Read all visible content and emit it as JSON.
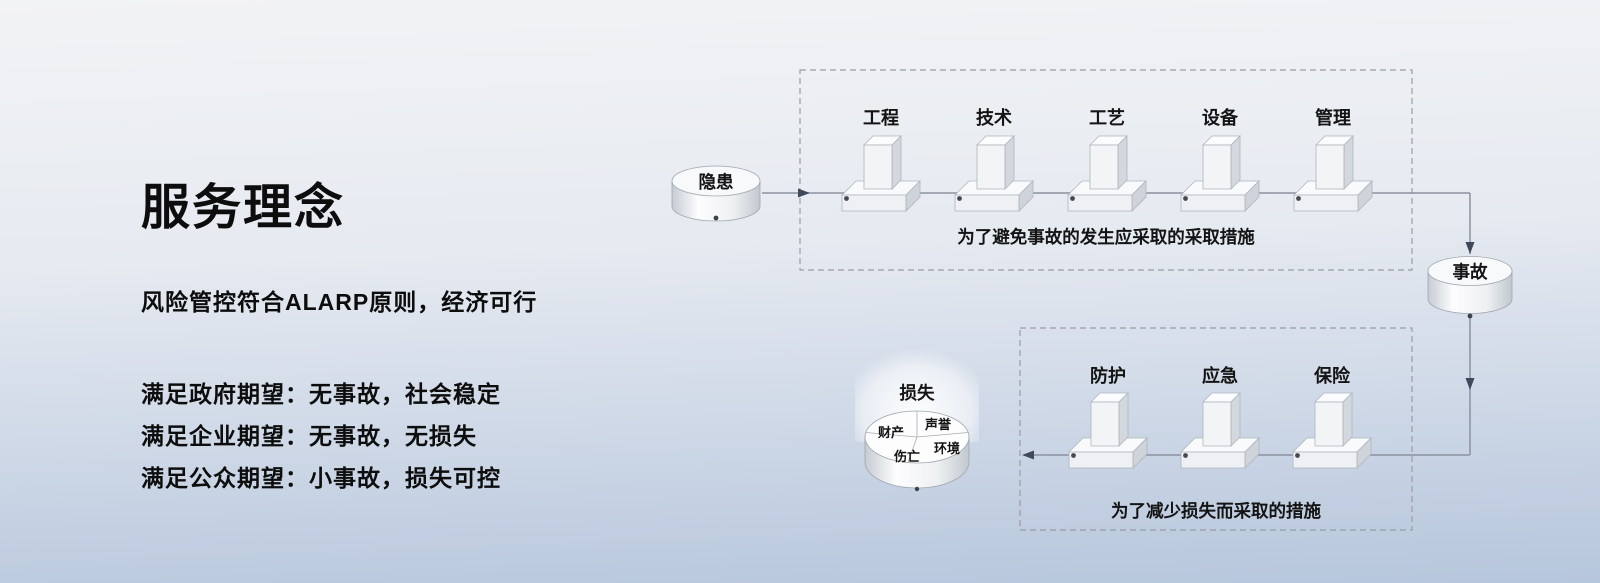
{
  "left_panel": {
    "title": "服务理念",
    "subtitle": "风险管控符合ALARP原则，经济可行",
    "expectations": [
      "满足政府期望：无事故，社会稳定",
      "满足企业期望：无事故，无损失",
      "满足公众期望：小事故，损失可控"
    ]
  },
  "diagram": {
    "hazard_label": "隐患",
    "accident_label": "事故",
    "loss": {
      "label": "损失",
      "segments": [
        "财产",
        "声誉",
        "伤亡",
        "环境"
      ]
    },
    "prevention": {
      "barriers": [
        "工程",
        "技术",
        "工艺",
        "设备",
        "管理"
      ],
      "caption": "为了避免事故的发生应采取的采取措施"
    },
    "mitigation": {
      "barriers": [
        "防护",
        "应急",
        "保险"
      ],
      "caption": "为了减少损失而采取的措施"
    },
    "insurance_color": "#009944"
  }
}
